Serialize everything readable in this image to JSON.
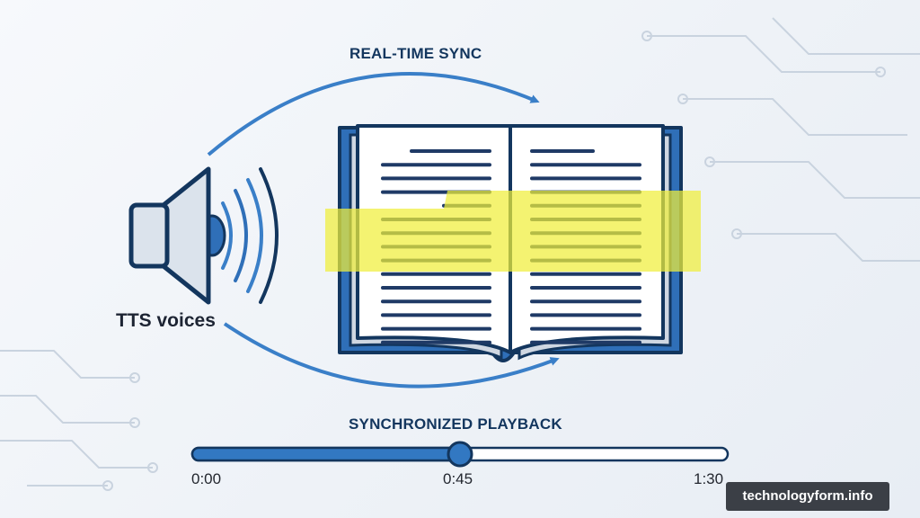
{
  "labels": {
    "realtime_sync": "REAL-TIME SYNC",
    "tts_voices": "TTS voices",
    "synchronized_playback": "SYNCHRONIZED PLAYBACK"
  },
  "timeline": {
    "start": "0:00",
    "current": "0:45",
    "end": "1:30",
    "progress": 0.5
  },
  "watermark": "technologyform.info",
  "icons": [
    "speaker-icon",
    "sound-waves-icon",
    "open-book-icon",
    "highlight-band",
    "progress-slider"
  ],
  "colors": {
    "primary_blue": "#2f6fb8",
    "dark_navy": "#13365e",
    "highlight_yellow": "#f0ee3a",
    "arrow_blue": "#4a90d0"
  }
}
